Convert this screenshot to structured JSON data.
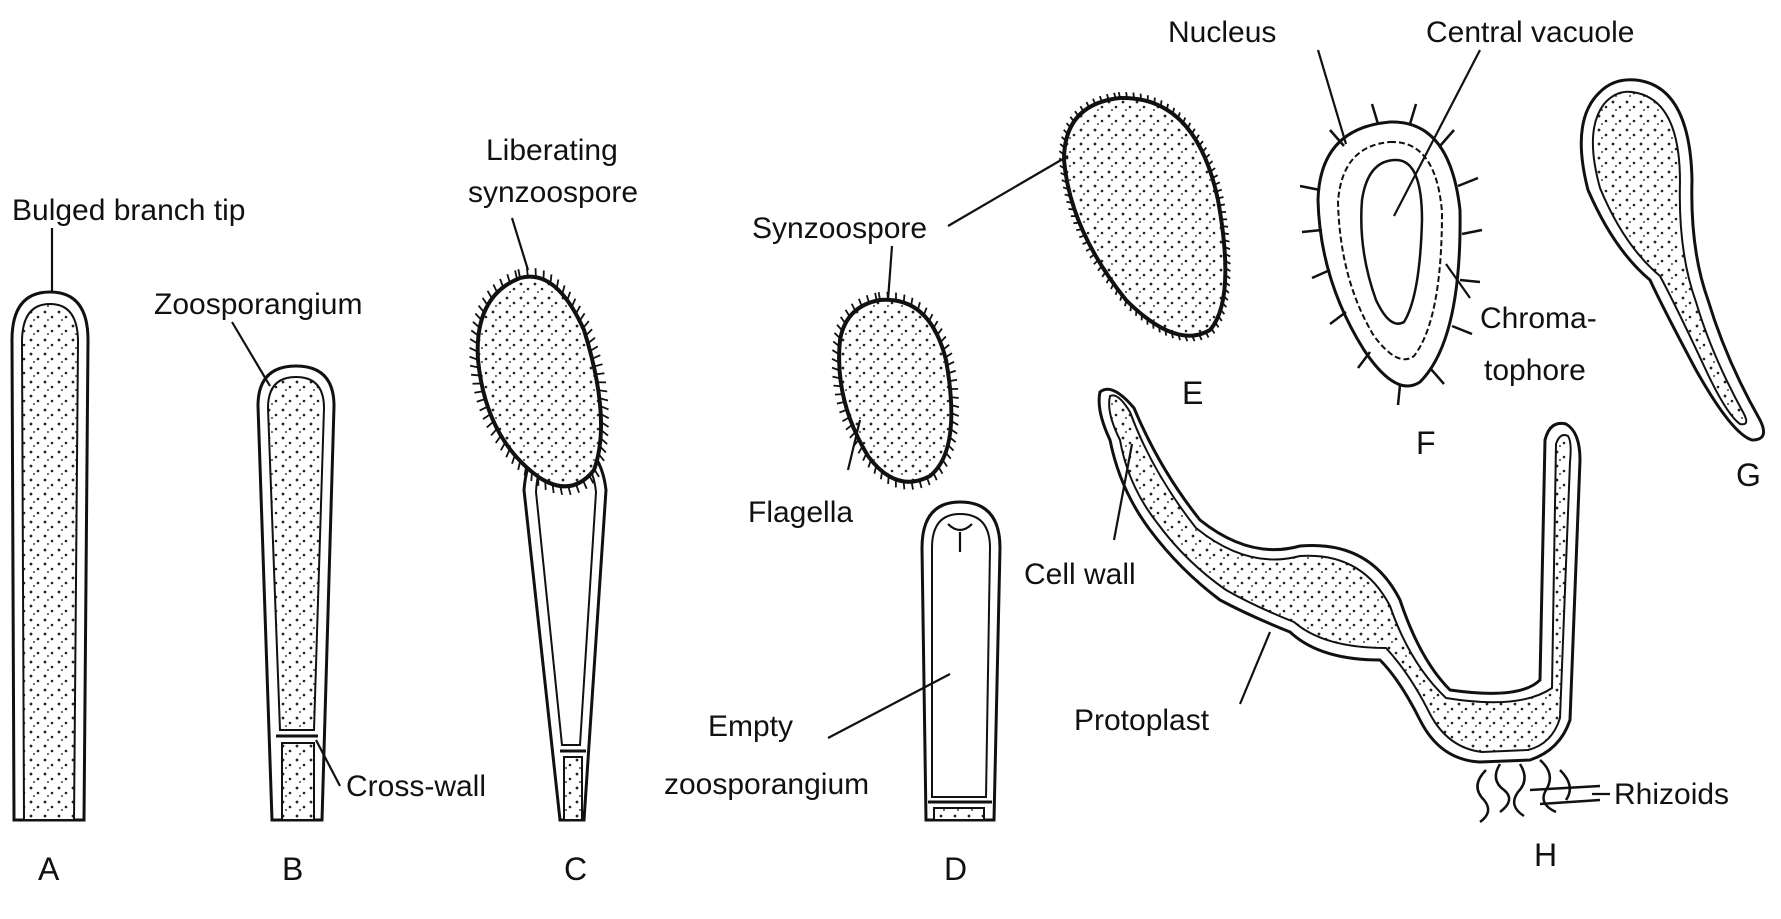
{
  "labels": {
    "bulged_branch_tip": "Bulged branch tip",
    "zoosporangium": "Zoosporangium",
    "cross_wall": "Cross-wall",
    "liberating_1": "Liberating",
    "liberating_2": "synzoospore",
    "synzoospore": "Synzoospore",
    "flagella": "Flagella",
    "empty_1": "Empty",
    "empty_2": "zoosporangium",
    "nucleus": "Nucleus",
    "central_vacuole": "Central vacuole",
    "chromatophore_1": "Chroma-",
    "chromatophore_2": "tophore",
    "cell_wall": "Cell wall",
    "protoplast": "Protoplast",
    "rhizoids": "Rhizoids"
  },
  "panels": {
    "a": "A",
    "b": "B",
    "c": "C",
    "d": "D",
    "e": "E",
    "f": "F",
    "g": "G",
    "h": "H"
  }
}
